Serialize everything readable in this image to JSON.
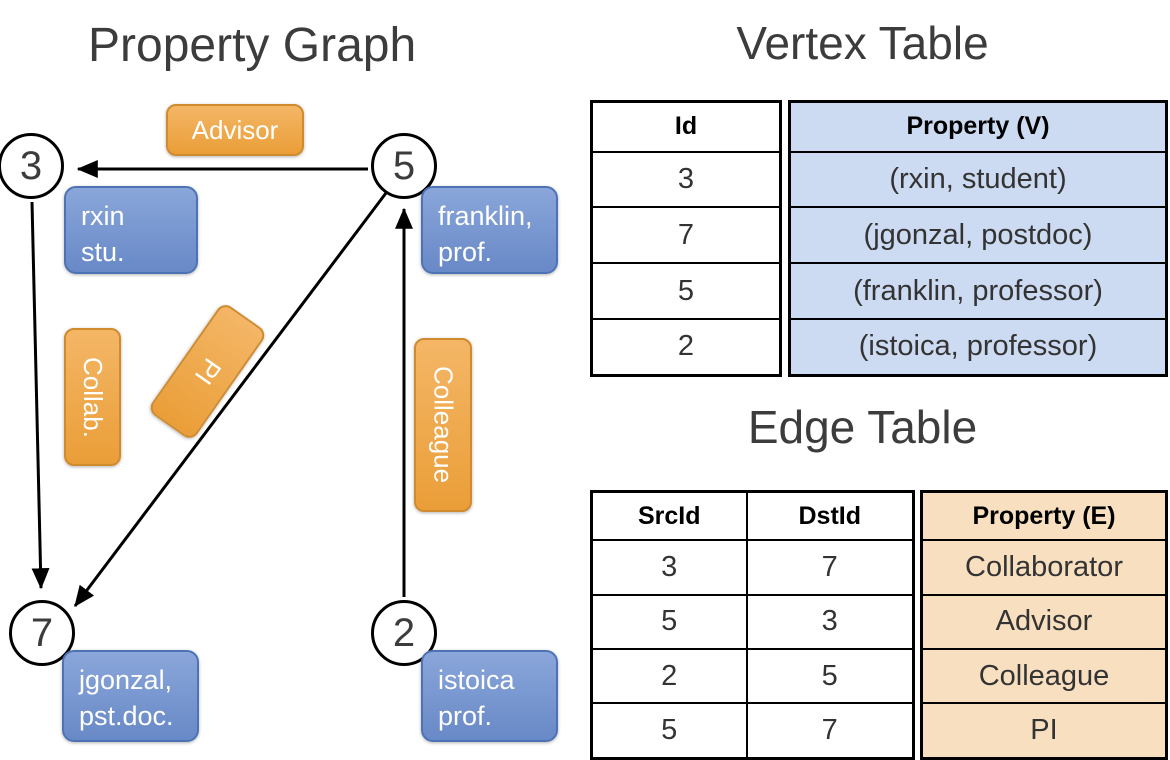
{
  "graph": {
    "title": "Property Graph",
    "nodes": {
      "n3": "3",
      "n5": "5",
      "n7": "7",
      "n2": "2"
    },
    "vertex_boxes": {
      "b3": {
        "line1": "rxin",
        "line2": "stu."
      },
      "b5": {
        "line1": "franklin,",
        "line2": "prof."
      },
      "b7": {
        "line1": "jgonzal,",
        "line2": "pst.doc."
      },
      "b2": {
        "line1": "istoica",
        "line2": "prof."
      }
    },
    "edge_labels": {
      "advisor": "Advisor",
      "collab": "Collab.",
      "pi": "PI",
      "colleague": "Colleague"
    },
    "edges": [
      {
        "src": "5",
        "dst": "3",
        "label": "Advisor"
      },
      {
        "src": "3",
        "dst": "7",
        "label": "Collab."
      },
      {
        "src": "5",
        "dst": "7",
        "label": "PI"
      },
      {
        "src": "2",
        "dst": "5",
        "label": "Colleague"
      }
    ]
  },
  "vertex_table": {
    "title": "Vertex Table",
    "headers": [
      "Id",
      "Property (V)"
    ],
    "rows": [
      [
        "3",
        "(rxin, student)"
      ],
      [
        "7",
        "(jgonzal, postdoc)"
      ],
      [
        "5",
        "(franklin, professor)"
      ],
      [
        "2",
        "(istoica, professor)"
      ]
    ]
  },
  "edge_table": {
    "title": "Edge Table",
    "headers": [
      "SrcId",
      "DstId",
      "Property (E)"
    ],
    "rows": [
      [
        "3",
        "7",
        "Collaborator"
      ],
      [
        "5",
        "3",
        "Advisor"
      ],
      [
        "2",
        "5",
        "Colleague"
      ],
      [
        "5",
        "7",
        "PI"
      ]
    ]
  },
  "colors": {
    "vertex_box_fill": "#7494cd",
    "vertex_box_border": "#4e73b4",
    "edge_box_fill": "#f0a64b",
    "edge_box_border": "#cf8b2d",
    "vertex_cell_bg": "#ccdaf2",
    "edge_cell_bg": "#f8dfc0",
    "arrow": "#000000"
  }
}
